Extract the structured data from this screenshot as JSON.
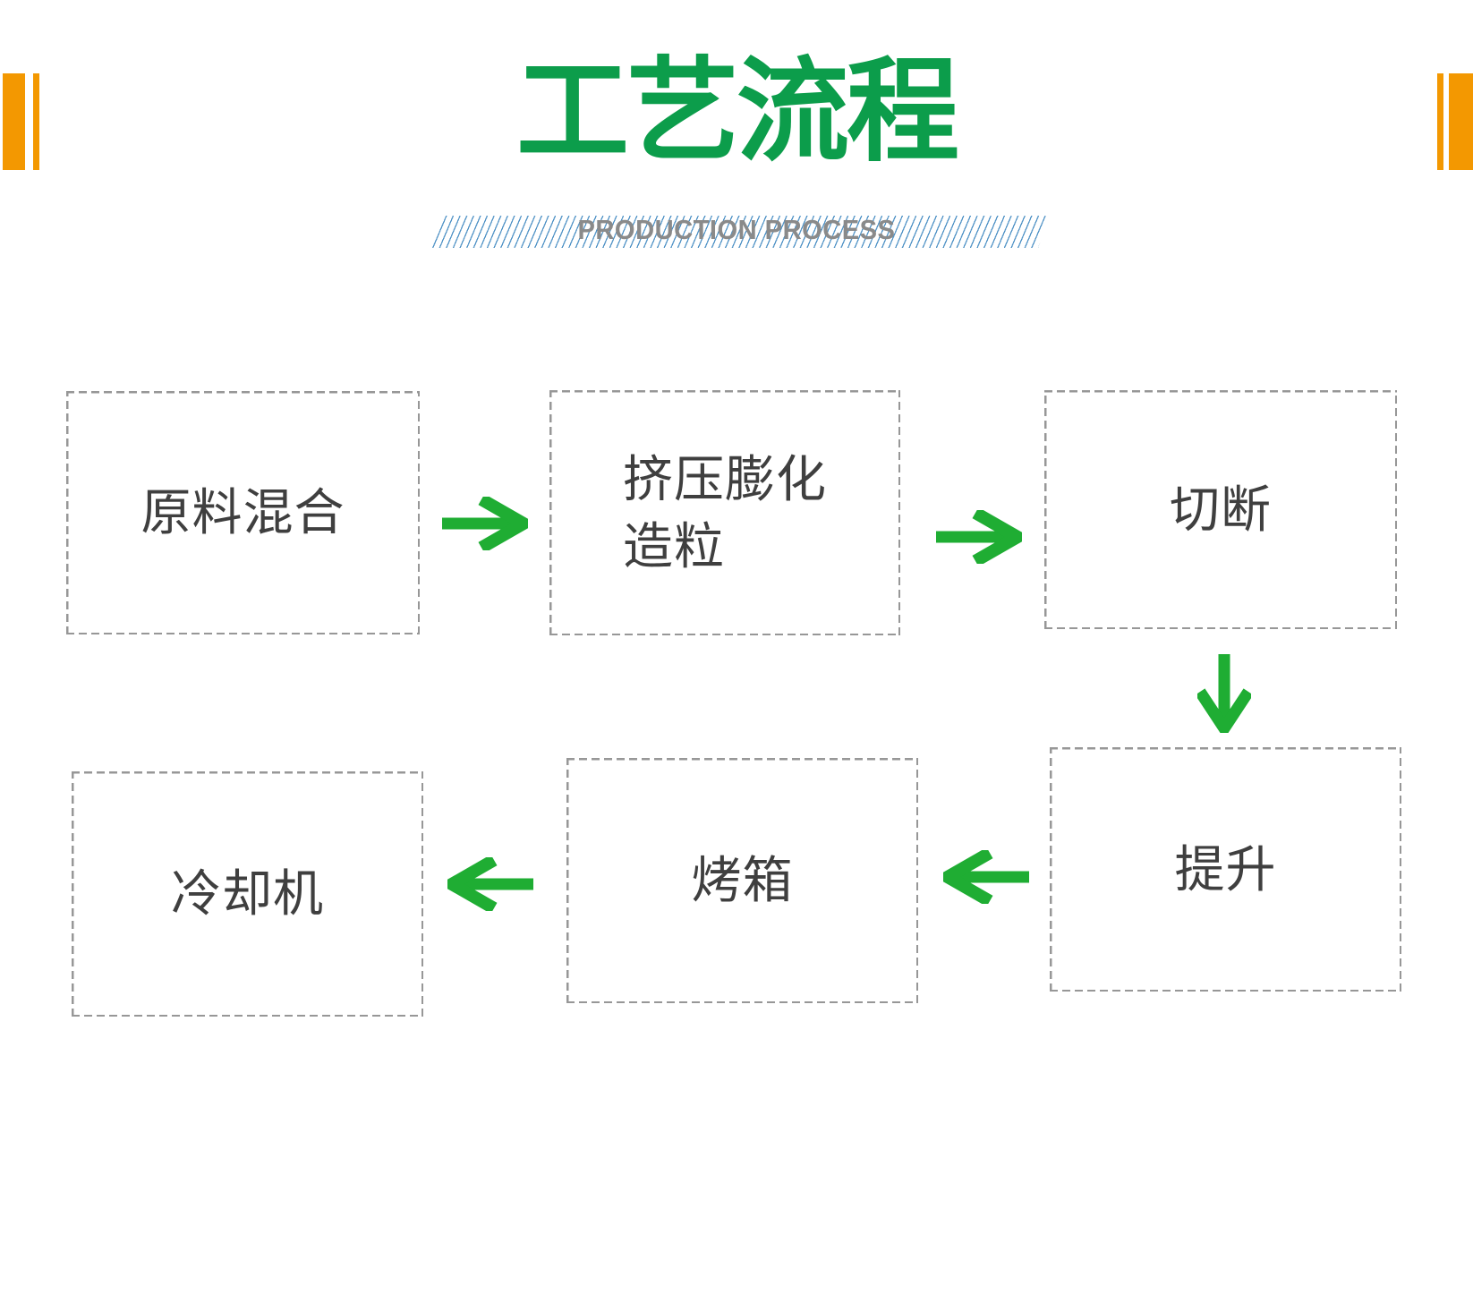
{
  "page": {
    "background_color": "#ffffff",
    "accent_orange": "#f39801"
  },
  "header": {
    "title": "工艺流程",
    "title_color": "#0c9d4b",
    "subtitle": "PRODUCTION PROCESS",
    "subtitle_color": "#8a8a8a",
    "stripe_band_color": "#3e87c0"
  },
  "flowchart": {
    "arrow_color": "#1fad33",
    "box_border_color": "#979797",
    "box_text_color": "#3f3f3f",
    "icons": {
      "arrow_right": "→",
      "arrow_left": "←",
      "arrow_down": "↓"
    },
    "steps": [
      {
        "label": "原料混合"
      },
      {
        "label": "挤压膨化\n造粒"
      },
      {
        "label": "切断"
      },
      {
        "label": "提升"
      },
      {
        "label": "烤箱"
      },
      {
        "label": "冷却机"
      }
    ]
  }
}
